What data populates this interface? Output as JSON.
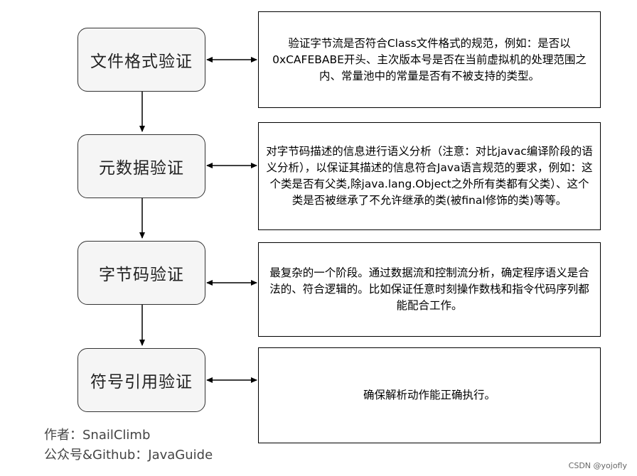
{
  "stages": [
    {
      "label": "文件格式验证",
      "description": "验证字节流是否符合Class文件格式的规范，例如：是否以0xCAFEBABE开头、主次版本号是否在当前虚拟机的处理范围之内、常量池中的常量是否有不被支持的类型。"
    },
    {
      "label": "元数据验证",
      "description": "对字节码描述的信息进行语义分析（注意：对比javac编译阶段的语义分析），以保证其描述的信息符合Java语言规范的要求，例如：这个类是否有父类,除java.lang.Object之外所有类都有父类）、这个类是否被继承了不允许继承的类(被final修饰的类)等等。"
    },
    {
      "label": "字节码验证",
      "description": "最复杂的一个阶段。通过数据流和控制流分析，确定程序语义是合法的、符合逻辑的。比如保证任意时刻操作数栈和指令代码序列都能配合工作。"
    },
    {
      "label": "符号引用验证",
      "description": "确保解析动作能正确执行。"
    }
  ],
  "credits": {
    "author": "作者：SnailClimb",
    "account": "公众号&Github：JavaGuide"
  },
  "watermark": "CSDN @yojofly",
  "colors": {
    "stage_fill": "#f5f5f5",
    "stage_border": "#333333",
    "desc_border": "#000000",
    "arrow": "#000000"
  }
}
